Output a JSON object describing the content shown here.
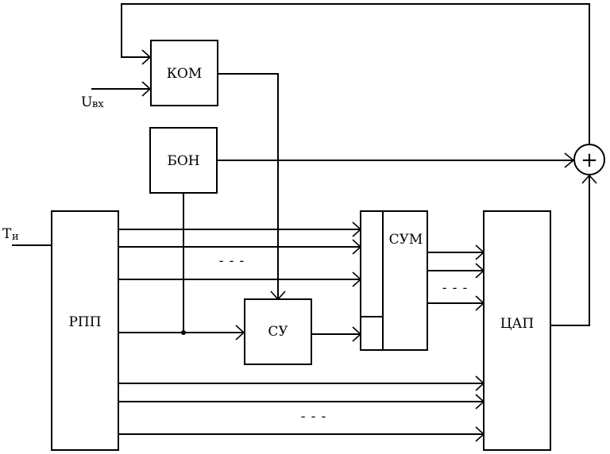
{
  "blocks": {
    "kom": "КОМ",
    "bon": "БОН",
    "rpp": "РПП",
    "su": "СУ",
    "sum": "СУМ",
    "cap": "ЦАП"
  },
  "inputs": {
    "u_main": "U",
    "u_sub": "вх",
    "t_main": "Т",
    "t_sub": "и"
  },
  "summer_symbol": "+",
  "ellipsis": "- - -"
}
